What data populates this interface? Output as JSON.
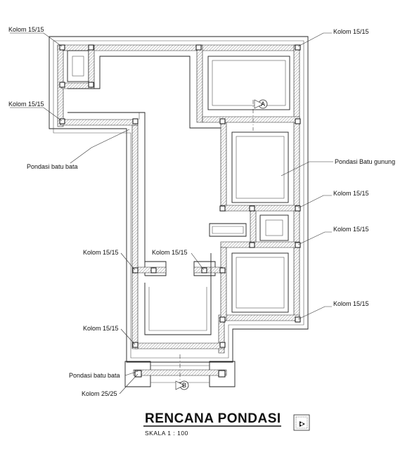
{
  "labels": {
    "kolom_tl": "Kolom 15/15",
    "kolom_tr": "Kolom 15/15",
    "kolom_l2": "Kolom 15/15",
    "pondasi_bata_top": "Pondasi batu bata",
    "pondasi_batu_gunung": "Pondasi Batu gunung",
    "kolom_r2": "Kolom 15/15",
    "kolom_r3": "Kolom 15/15",
    "kolom_mid_l": "Kolom 15/15",
    "kolom_mid_r": "Kolom 15/15",
    "kolom_r4": "Kolom 15/15",
    "kolom_bl": "Kolom 15/15",
    "pondasi_bata_bottom": "Pondasi batu bata",
    "kolom_2525": "Kolom 25/25"
  },
  "section_marks": {
    "top": "A",
    "bottom": "B"
  },
  "title": {
    "main": "RENCANA PONDASI",
    "scale": "SKALA 1 : 100"
  },
  "colors": {
    "line": "#222222",
    "background": "#ffffff"
  }
}
